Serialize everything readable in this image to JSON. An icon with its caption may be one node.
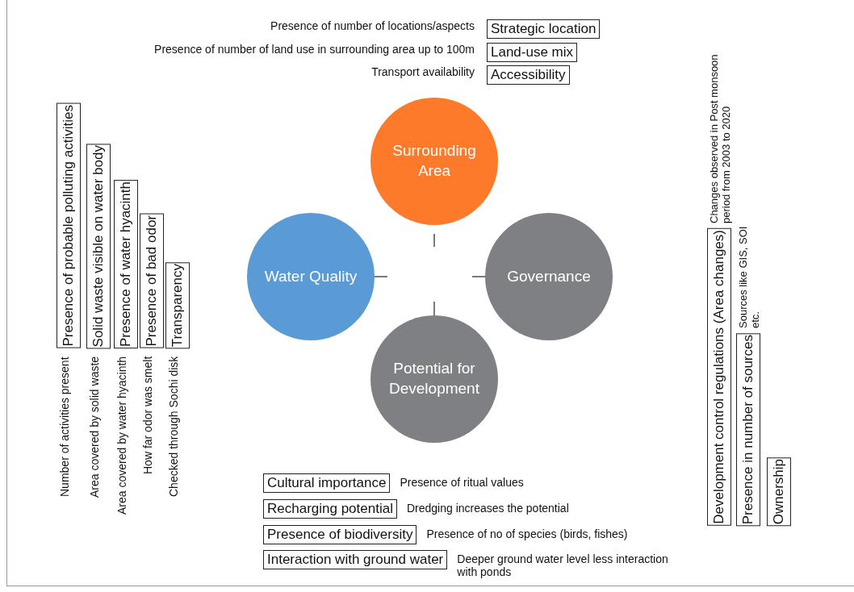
{
  "diagram": {
    "nodes": [
      {
        "text": [
          "Strategic location"
        ],
        "beside": [
          "Presence of number of locations/aspects"
        ]
      },
      {
        "text": [
          "Land-use mix"
        ],
        "beside": [
          "Presence of number of land use in surrounding area up to 100m"
        ]
      },
      {
        "text": [
          "Accessibility"
        ],
        "beside": [
          "Transport availability"
        ]
      },
      {
        "text": [
          "Presence of probable polluting activities"
        ],
        "beside": [
          "Number of activities present"
        ]
      },
      {
        "text": [
          "Solid waste visible on water body"
        ],
        "beside": [
          "Area covered by solid waste"
        ]
      },
      {
        "text": [
          "Presence of water hyacinth"
        ],
        "beside": [
          "Area covered by water hyacinth"
        ]
      },
      {
        "text": [
          "Presence of bad odor"
        ],
        "beside": [
          "How far odor was smelt"
        ]
      },
      {
        "text": [
          "Transparency"
        ],
        "beside": [
          "Checked through Sochi disk"
        ]
      },
      {
        "text": [
          "Surrounding Area"
        ]
      },
      {
        "text": [
          "Water Quality"
        ]
      },
      {
        "text": [
          "Governance"
        ]
      },
      {
        "text": [
          "Potential for Development"
        ]
      },
      {
        "text": [
          "Development control regulations (Area changes)"
        ],
        "beside": [
          "Changes observed in Post monsoon period from 2003 to 2020"
        ]
      },
      {
        "text": [
          "Presence in number of sources"
        ],
        "beside": [
          "Sources like GIS, SOI etc."
        ]
      },
      {
        "text": [
          "Ownership"
        ]
      },
      {
        "text": [
          "Cultural importance"
        ],
        "beside": [
          "Presence of ritual values"
        ]
      },
      {
        "text": [
          "Recharging potential"
        ],
        "beside": [
          "Dredging increases the potential"
        ]
      },
      {
        "text": [
          "Presence of biodiversity"
        ],
        "beside": [
          "Presence of no of species (birds, fishes)"
        ]
      },
      {
        "text": [
          "Interaction with ground water"
        ],
        "beside": [
          "Deeper ground water level less interaction with ponds"
        ]
      }
    ]
  }
}
